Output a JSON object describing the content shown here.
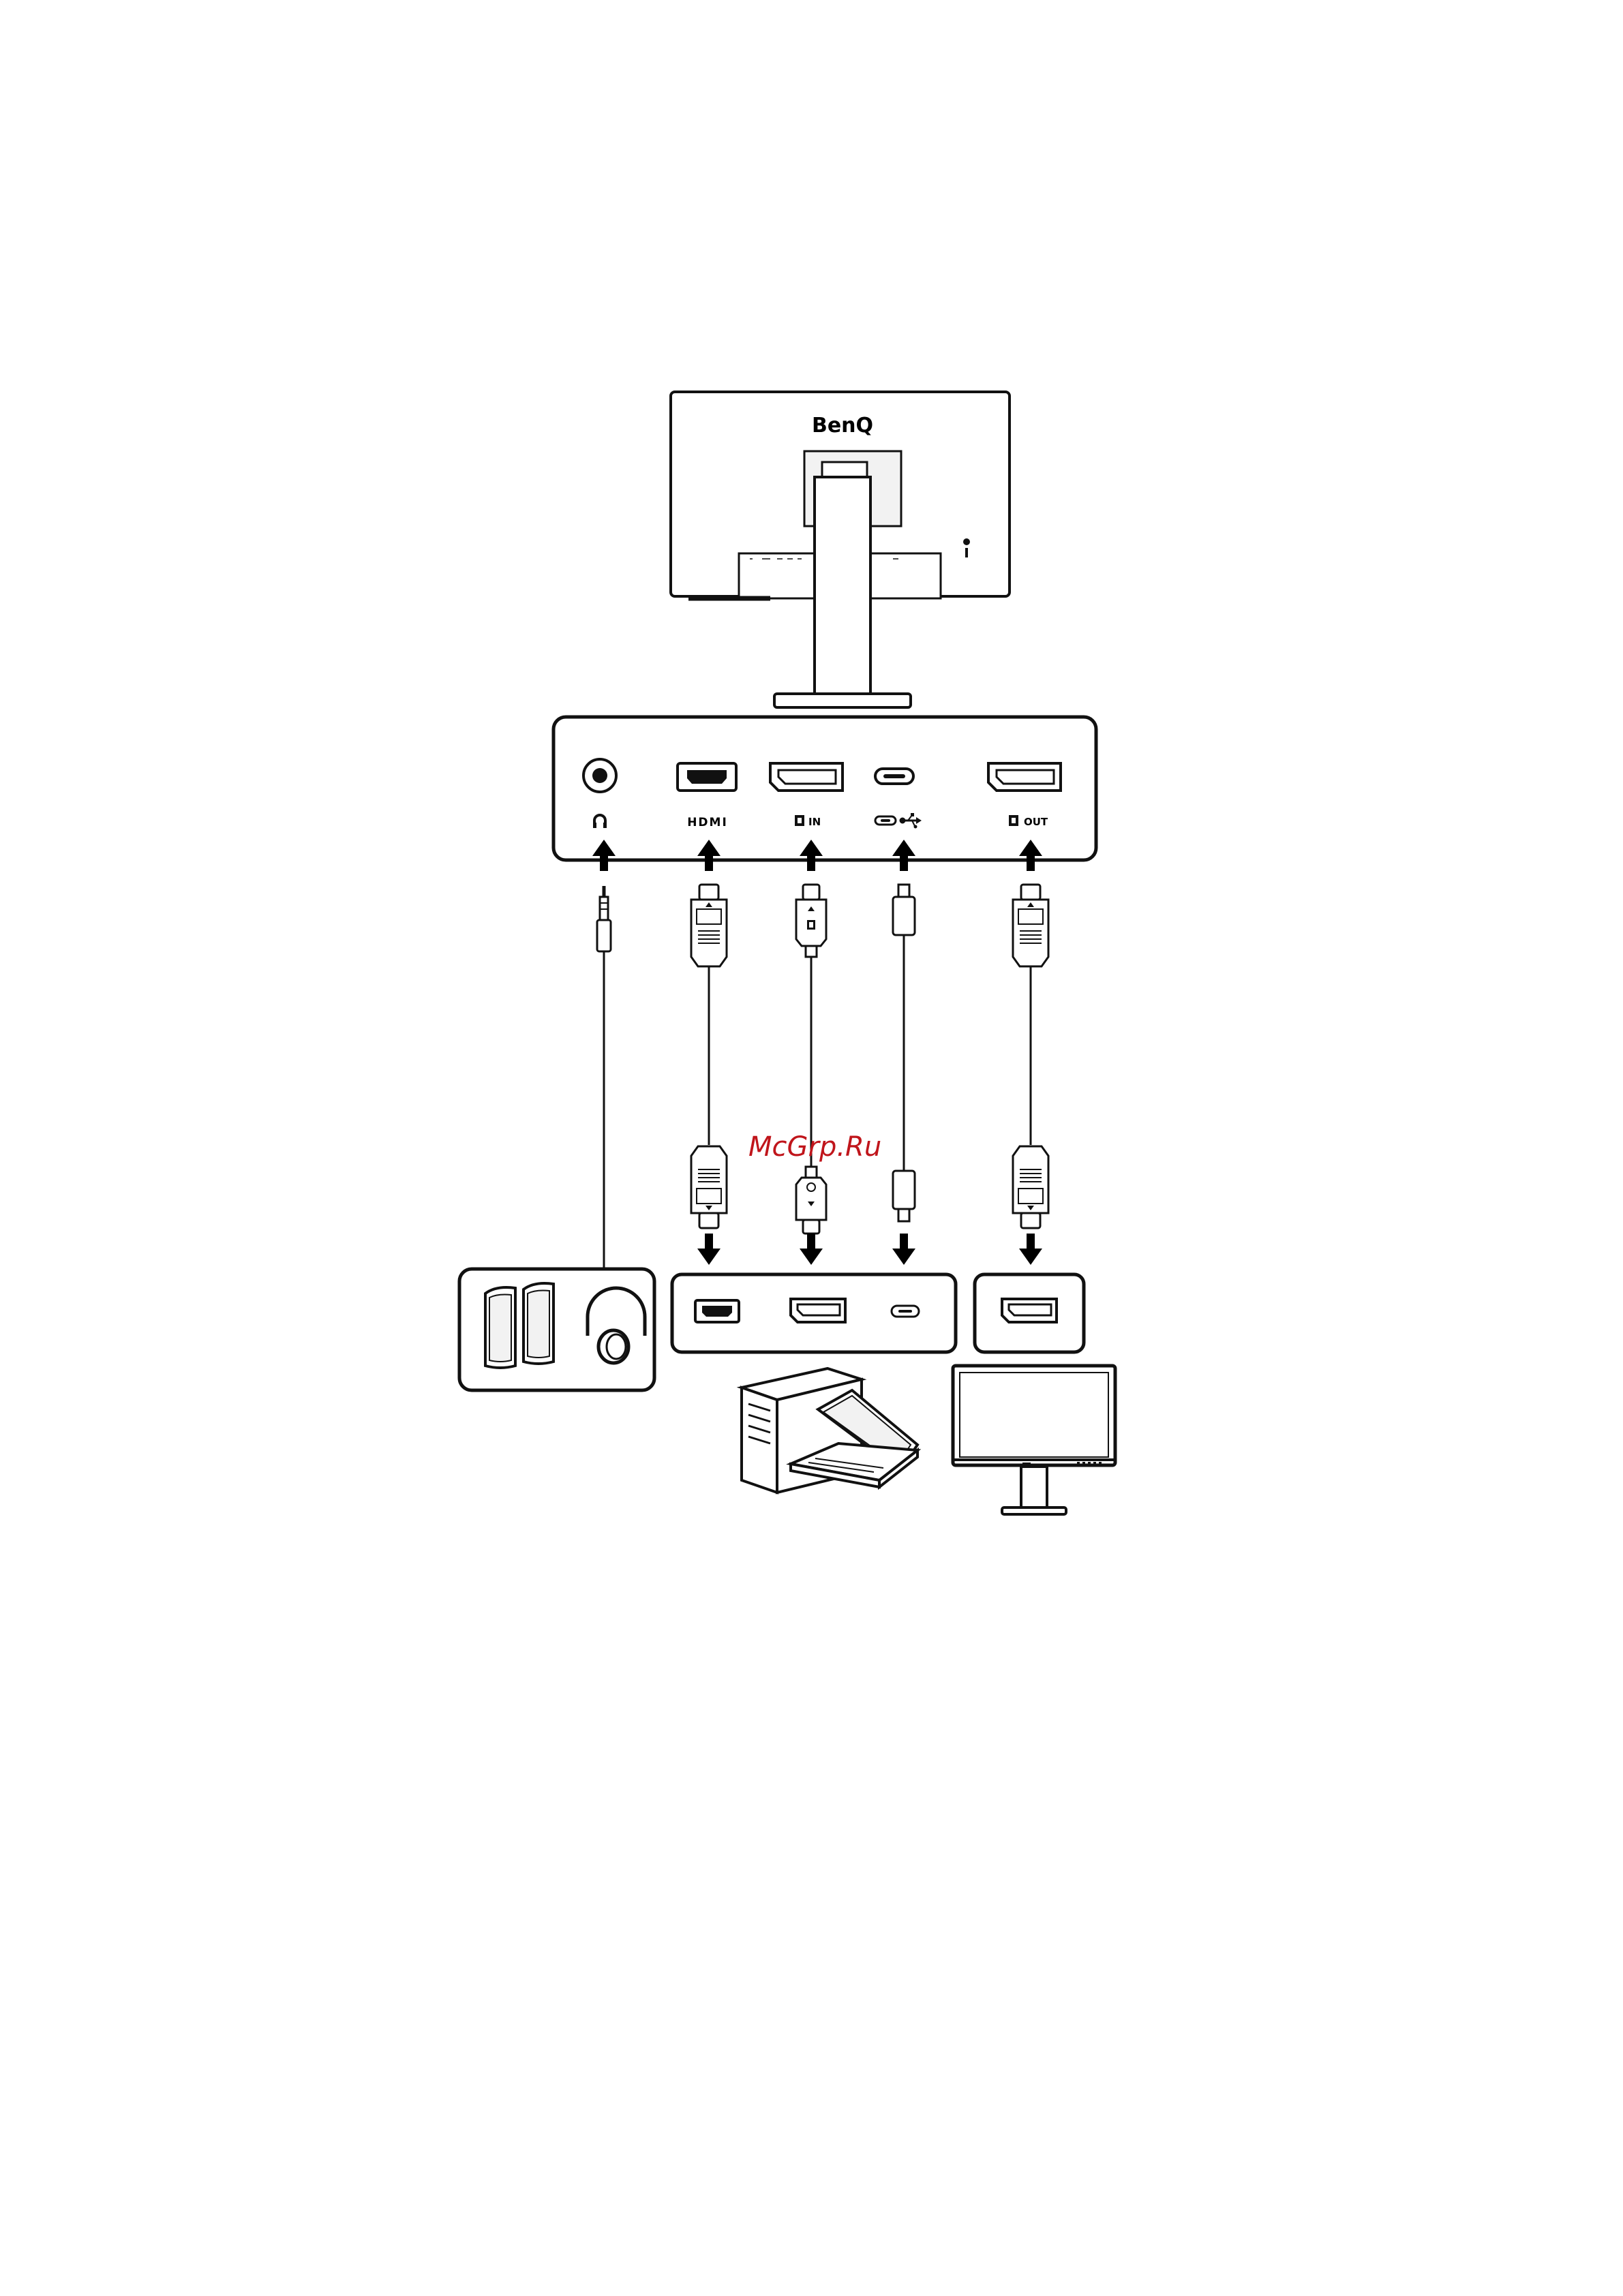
{
  "brand": "BenQ",
  "ports": {
    "headphone": "",
    "hdmi": "HDMI",
    "dp_in": "IN",
    "usb_c": "",
    "dp_out": "OUT"
  },
  "watermark": "McGrp.Ru",
  "footer_mark": "",
  "colors": {
    "line": "#111111",
    "fill": "#ffffff",
    "panel_fill": "#f2f2f2",
    "watermark": "#c0151b"
  },
  "icons": {
    "headphone_port": "headphone-icon",
    "displayport": "displayport-icon",
    "usb": "usb-icon",
    "speakers": "speaker-icon",
    "headphones": "headphones-icon",
    "computer": "desktop-tower-icon",
    "laptop": "laptop-icon",
    "external_monitor": "monitor-icon"
  }
}
